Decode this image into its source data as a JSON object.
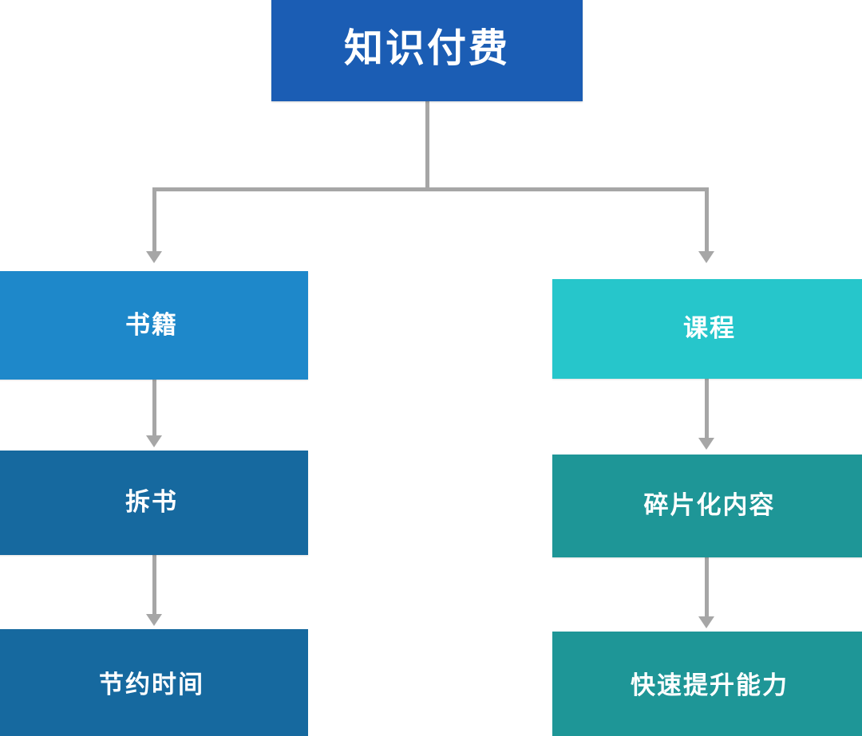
{
  "diagram": {
    "title": "知识付费",
    "type": "flowchart",
    "orientation": "top-down",
    "background_color": "#ffffff",
    "connector_color": "#a6a6a6"
  },
  "nodes": {
    "root": {
      "id": "root",
      "label": "知识付费",
      "color": "#1b5db4",
      "text_color": "#ffffff",
      "level": 0
    },
    "books": {
      "id": "books",
      "label": "书籍",
      "color": "#1e88ca",
      "text_color": "#ffffff",
      "level": 1,
      "branch": "left"
    },
    "courses": {
      "id": "courses",
      "label": "课程",
      "color": "#26c6cb",
      "text_color": "#ffffff",
      "level": 1,
      "branch": "right"
    },
    "split_book": {
      "id": "split_book",
      "label": "拆书",
      "color": "#16699f",
      "text_color": "#ffffff",
      "level": 2,
      "branch": "left"
    },
    "fragmented_content": {
      "id": "fragmented_content",
      "label": "碎片化内容",
      "color": "#1e9697",
      "text_color": "#ffffff",
      "level": 2,
      "branch": "right"
    },
    "save_time": {
      "id": "save_time",
      "label": "节约时间",
      "color": "#16699f",
      "text_color": "#ffffff",
      "level": 3,
      "branch": "left"
    },
    "improve_ability": {
      "id": "improve_ability",
      "label": "快速提升能力",
      "color": "#1e9697",
      "text_color": "#ffffff",
      "level": 3,
      "branch": "right"
    }
  },
  "edges": [
    {
      "from": "root",
      "to": "books",
      "style": "elbow-arrow"
    },
    {
      "from": "root",
      "to": "courses",
      "style": "elbow-arrow"
    },
    {
      "from": "books",
      "to": "split_book",
      "style": "straight-arrow"
    },
    {
      "from": "split_book",
      "to": "save_time",
      "style": "straight-arrow"
    },
    {
      "from": "courses",
      "to": "fragmented_content",
      "style": "straight-arrow"
    },
    {
      "from": "fragmented_content",
      "to": "improve_ability",
      "style": "straight-arrow"
    }
  ]
}
